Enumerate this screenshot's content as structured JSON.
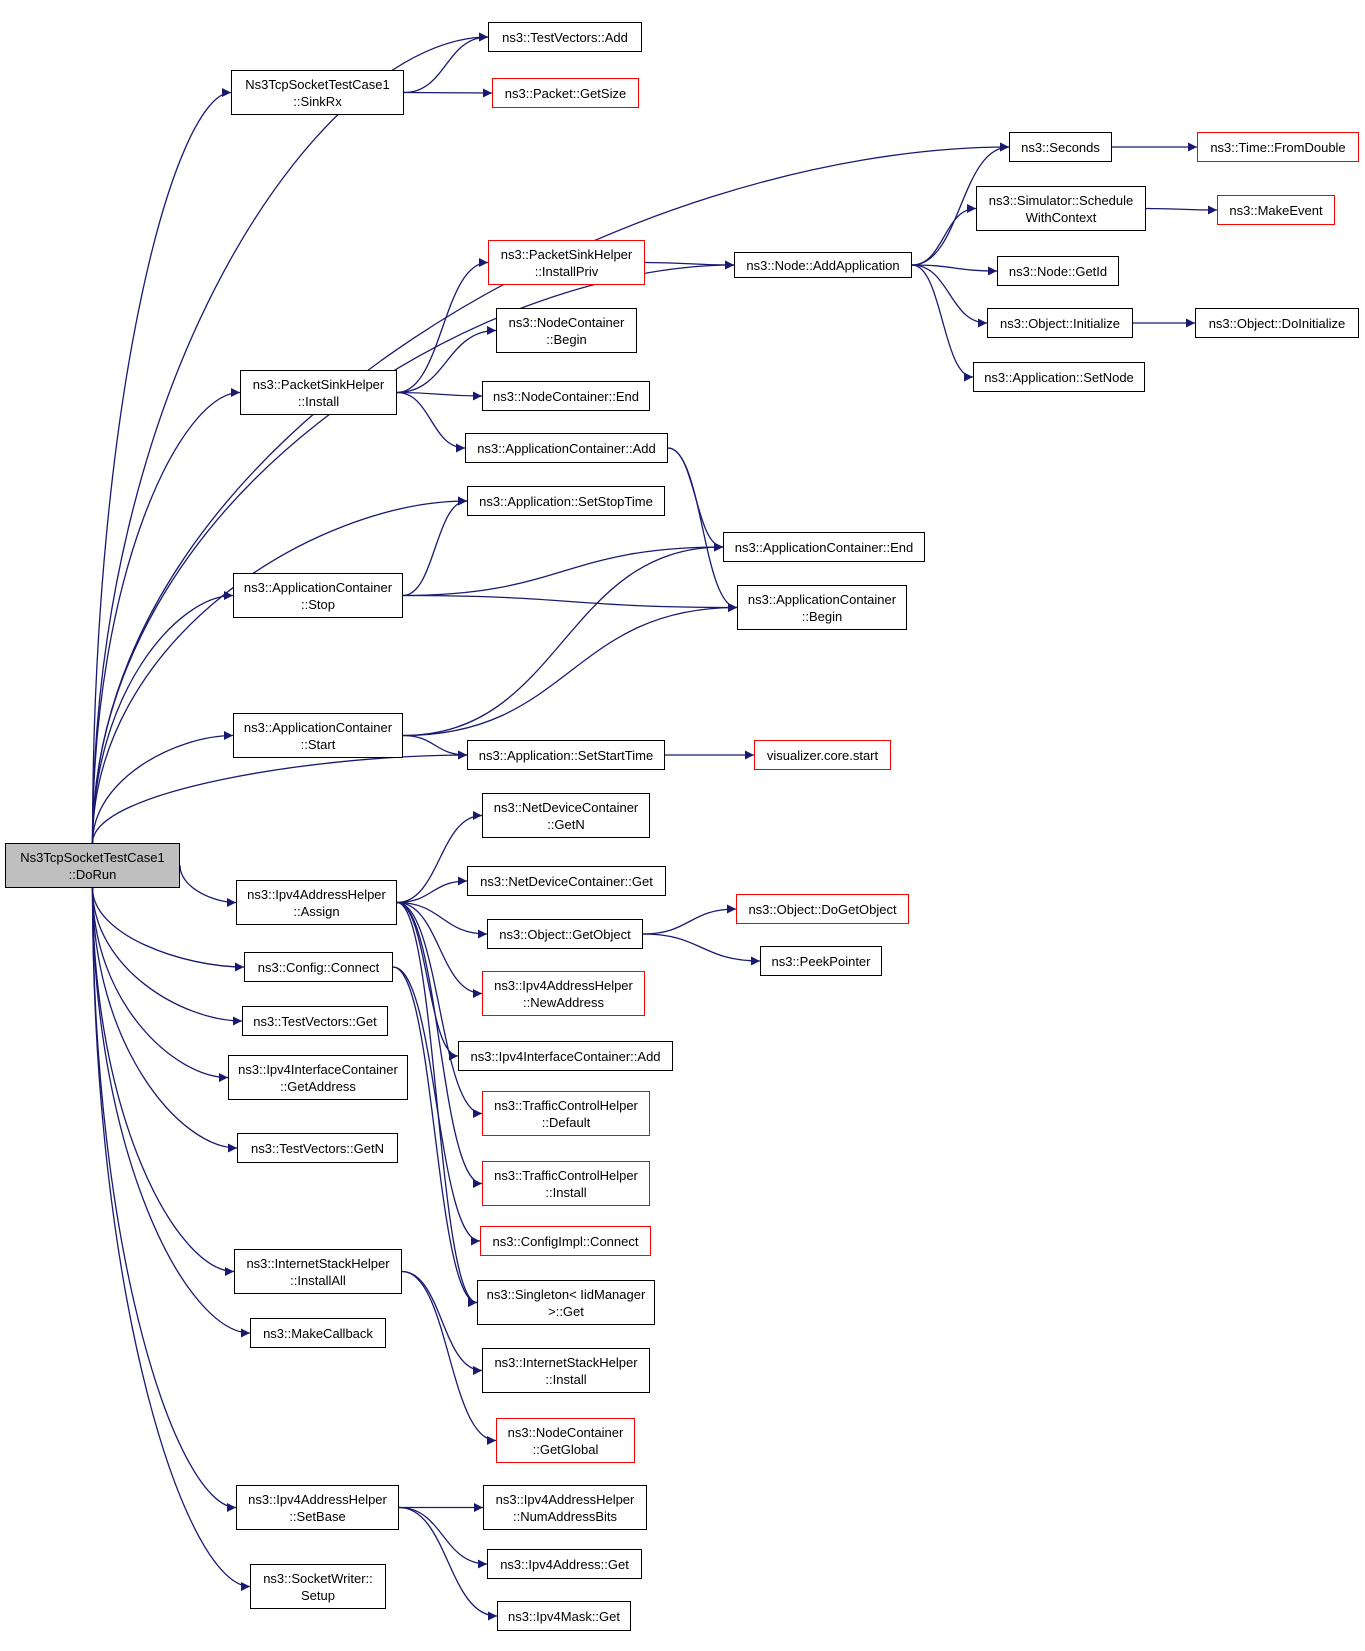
{
  "graph": {
    "root": "n0",
    "colors": {
      "edge": "#191970",
      "border": "#000000",
      "truncated_border": "#ff0000",
      "root_fill": "#bfbfbf"
    },
    "nodes": [
      {
        "id": "n0",
        "lines": [
          "Ns3TcpSocketTestCase1",
          "::DoRun"
        ],
        "root": true
      },
      {
        "id": "n1",
        "lines": [
          "ns3::TestVectors::Add"
        ]
      },
      {
        "id": "n2",
        "lines": [
          "Ns3TcpSocketTestCase1",
          "::SinkRx"
        ]
      },
      {
        "id": "n3",
        "lines": [
          "ns3::Packet::GetSize"
        ],
        "truncated": true
      },
      {
        "id": "n4",
        "lines": [
          "ns3::Seconds"
        ]
      },
      {
        "id": "n5",
        "lines": [
          "ns3::Time::FromDouble"
        ],
        "truncated": true
      },
      {
        "id": "n6",
        "lines": [
          "ns3::Simulator::Schedule",
          "WithContext"
        ]
      },
      {
        "id": "n7",
        "lines": [
          "ns3::MakeEvent"
        ],
        "truncated": true
      },
      {
        "id": "n8",
        "lines": [
          "ns3::PacketSinkHelper",
          "::InstallPriv"
        ],
        "truncated": true
      },
      {
        "id": "n9",
        "lines": [
          "ns3::Node::AddApplication"
        ]
      },
      {
        "id": "n10",
        "lines": [
          "ns3::Node::GetId"
        ]
      },
      {
        "id": "n11",
        "lines": [
          "ns3::NodeContainer",
          "::Begin"
        ]
      },
      {
        "id": "n12",
        "lines": [
          "ns3::Object::Initialize"
        ]
      },
      {
        "id": "n13",
        "lines": [
          "ns3::Object::DoInitialize"
        ]
      },
      {
        "id": "n14",
        "lines": [
          "ns3::PacketSinkHelper",
          "::Install"
        ]
      },
      {
        "id": "n15",
        "lines": [
          "ns3::Application::SetNode"
        ]
      },
      {
        "id": "n16",
        "lines": [
          "ns3::NodeContainer::End"
        ]
      },
      {
        "id": "n17",
        "lines": [
          "ns3::ApplicationContainer::Add"
        ]
      },
      {
        "id": "n18",
        "lines": [
          "ns3::Application::SetStopTime"
        ]
      },
      {
        "id": "n19",
        "lines": [
          "ns3::ApplicationContainer::End"
        ]
      },
      {
        "id": "n20",
        "lines": [
          "ns3::ApplicationContainer",
          "::Stop"
        ]
      },
      {
        "id": "n21",
        "lines": [
          "ns3::ApplicationContainer",
          "::Begin"
        ]
      },
      {
        "id": "n22",
        "lines": [
          "ns3::ApplicationContainer",
          "::Start"
        ]
      },
      {
        "id": "n23",
        "lines": [
          "ns3::Application::SetStartTime"
        ]
      },
      {
        "id": "n24",
        "lines": [
          "visualizer.core.start"
        ],
        "truncated": true
      },
      {
        "id": "n25",
        "lines": [
          "ns3::NetDeviceContainer",
          "::GetN"
        ]
      },
      {
        "id": "n26",
        "lines": [
          "ns3::NetDeviceContainer::Get"
        ]
      },
      {
        "id": "n27",
        "lines": [
          "ns3::Ipv4AddressHelper",
          "::Assign"
        ]
      },
      {
        "id": "n28",
        "lines": [
          "ns3::Object::DoGetObject"
        ],
        "truncated": true
      },
      {
        "id": "n29",
        "lines": [
          "ns3::Object::GetObject"
        ]
      },
      {
        "id": "n30",
        "lines": [
          "ns3::PeekPointer"
        ]
      },
      {
        "id": "n31",
        "lines": [
          "ns3::Config::Connect"
        ]
      },
      {
        "id": "n32",
        "lines": [
          "ns3::Ipv4AddressHelper",
          "::NewAddress"
        ],
        "truncated": true
      },
      {
        "id": "n33",
        "lines": [
          "ns3::TestVectors::Get"
        ]
      },
      {
        "id": "n34",
        "lines": [
          "ns3::Ipv4InterfaceContainer::Add"
        ]
      },
      {
        "id": "n35",
        "lines": [
          "ns3::Ipv4InterfaceContainer",
          "::GetAddress"
        ]
      },
      {
        "id": "n36",
        "lines": [
          "ns3::TrafficControlHelper",
          "::Default"
        ],
        "truncated": true
      },
      {
        "id": "n37",
        "lines": [
          "ns3::TestVectors::GetN"
        ]
      },
      {
        "id": "n38",
        "lines": [
          "ns3::TrafficControlHelper",
          "::Install"
        ],
        "truncated": true
      },
      {
        "id": "n39",
        "lines": [
          "ns3::ConfigImpl::Connect"
        ],
        "truncated": true
      },
      {
        "id": "n40",
        "lines": [
          "ns3::InternetStackHelper",
          "::InstallAll"
        ]
      },
      {
        "id": "n41",
        "lines": [
          "ns3::Singleton< IidManager",
          " >::Get"
        ]
      },
      {
        "id": "n42",
        "lines": [
          "ns3::MakeCallback"
        ]
      },
      {
        "id": "n43",
        "lines": [
          "ns3::InternetStackHelper",
          "::Install"
        ]
      },
      {
        "id": "n44",
        "lines": [
          "ns3::NodeContainer",
          "::GetGlobal"
        ],
        "truncated": true
      },
      {
        "id": "n45",
        "lines": [
          "ns3::Ipv4AddressHelper",
          "::SetBase"
        ]
      },
      {
        "id": "n46",
        "lines": [
          "ns3::Ipv4AddressHelper",
          "::NumAddressBits"
        ]
      },
      {
        "id": "n47",
        "lines": [
          "ns3::Ipv4Address::Get"
        ]
      },
      {
        "id": "n48",
        "lines": [
          "ns3::SocketWriter::",
          "Setup"
        ]
      },
      {
        "id": "n49",
        "lines": [
          "ns3::Ipv4Mask::Get"
        ]
      }
    ],
    "edges": [
      [
        "n0",
        "n1"
      ],
      [
        "n0",
        "n2"
      ],
      [
        "n0",
        "n4"
      ],
      [
        "n0",
        "n9"
      ],
      [
        "n0",
        "n14"
      ],
      [
        "n0",
        "n18"
      ],
      [
        "n0",
        "n20"
      ],
      [
        "n0",
        "n22"
      ],
      [
        "n0",
        "n23"
      ],
      [
        "n0",
        "n27"
      ],
      [
        "n0",
        "n31"
      ],
      [
        "n0",
        "n33"
      ],
      [
        "n0",
        "n35"
      ],
      [
        "n0",
        "n37"
      ],
      [
        "n0",
        "n40"
      ],
      [
        "n0",
        "n42"
      ],
      [
        "n0",
        "n45"
      ],
      [
        "n0",
        "n48"
      ],
      [
        "n2",
        "n1"
      ],
      [
        "n2",
        "n3"
      ],
      [
        "n4",
        "n5"
      ],
      [
        "n6",
        "n7"
      ],
      [
        "n8",
        "n9"
      ],
      [
        "n9",
        "n4"
      ],
      [
        "n9",
        "n6"
      ],
      [
        "n9",
        "n10"
      ],
      [
        "n9",
        "n12"
      ],
      [
        "n9",
        "n15"
      ],
      [
        "n12",
        "n13"
      ],
      [
        "n14",
        "n8"
      ],
      [
        "n14",
        "n11"
      ],
      [
        "n14",
        "n16"
      ],
      [
        "n14",
        "n17"
      ],
      [
        "n17",
        "n19"
      ],
      [
        "n17",
        "n21"
      ],
      [
        "n20",
        "n18"
      ],
      [
        "n20",
        "n19"
      ],
      [
        "n20",
        "n21"
      ],
      [
        "n22",
        "n19"
      ],
      [
        "n22",
        "n21"
      ],
      [
        "n22",
        "n23"
      ],
      [
        "n23",
        "n24"
      ],
      [
        "n27",
        "n25"
      ],
      [
        "n27",
        "n26"
      ],
      [
        "n27",
        "n29"
      ],
      [
        "n27",
        "n32"
      ],
      [
        "n27",
        "n34"
      ],
      [
        "n27",
        "n36"
      ],
      [
        "n27",
        "n38"
      ],
      [
        "n27",
        "n41"
      ],
      [
        "n29",
        "n28"
      ],
      [
        "n29",
        "n30"
      ],
      [
        "n31",
        "n39"
      ],
      [
        "n31",
        "n41"
      ],
      [
        "n40",
        "n43"
      ],
      [
        "n40",
        "n44"
      ],
      [
        "n45",
        "n46"
      ],
      [
        "n45",
        "n47"
      ],
      [
        "n45",
        "n49"
      ]
    ]
  }
}
